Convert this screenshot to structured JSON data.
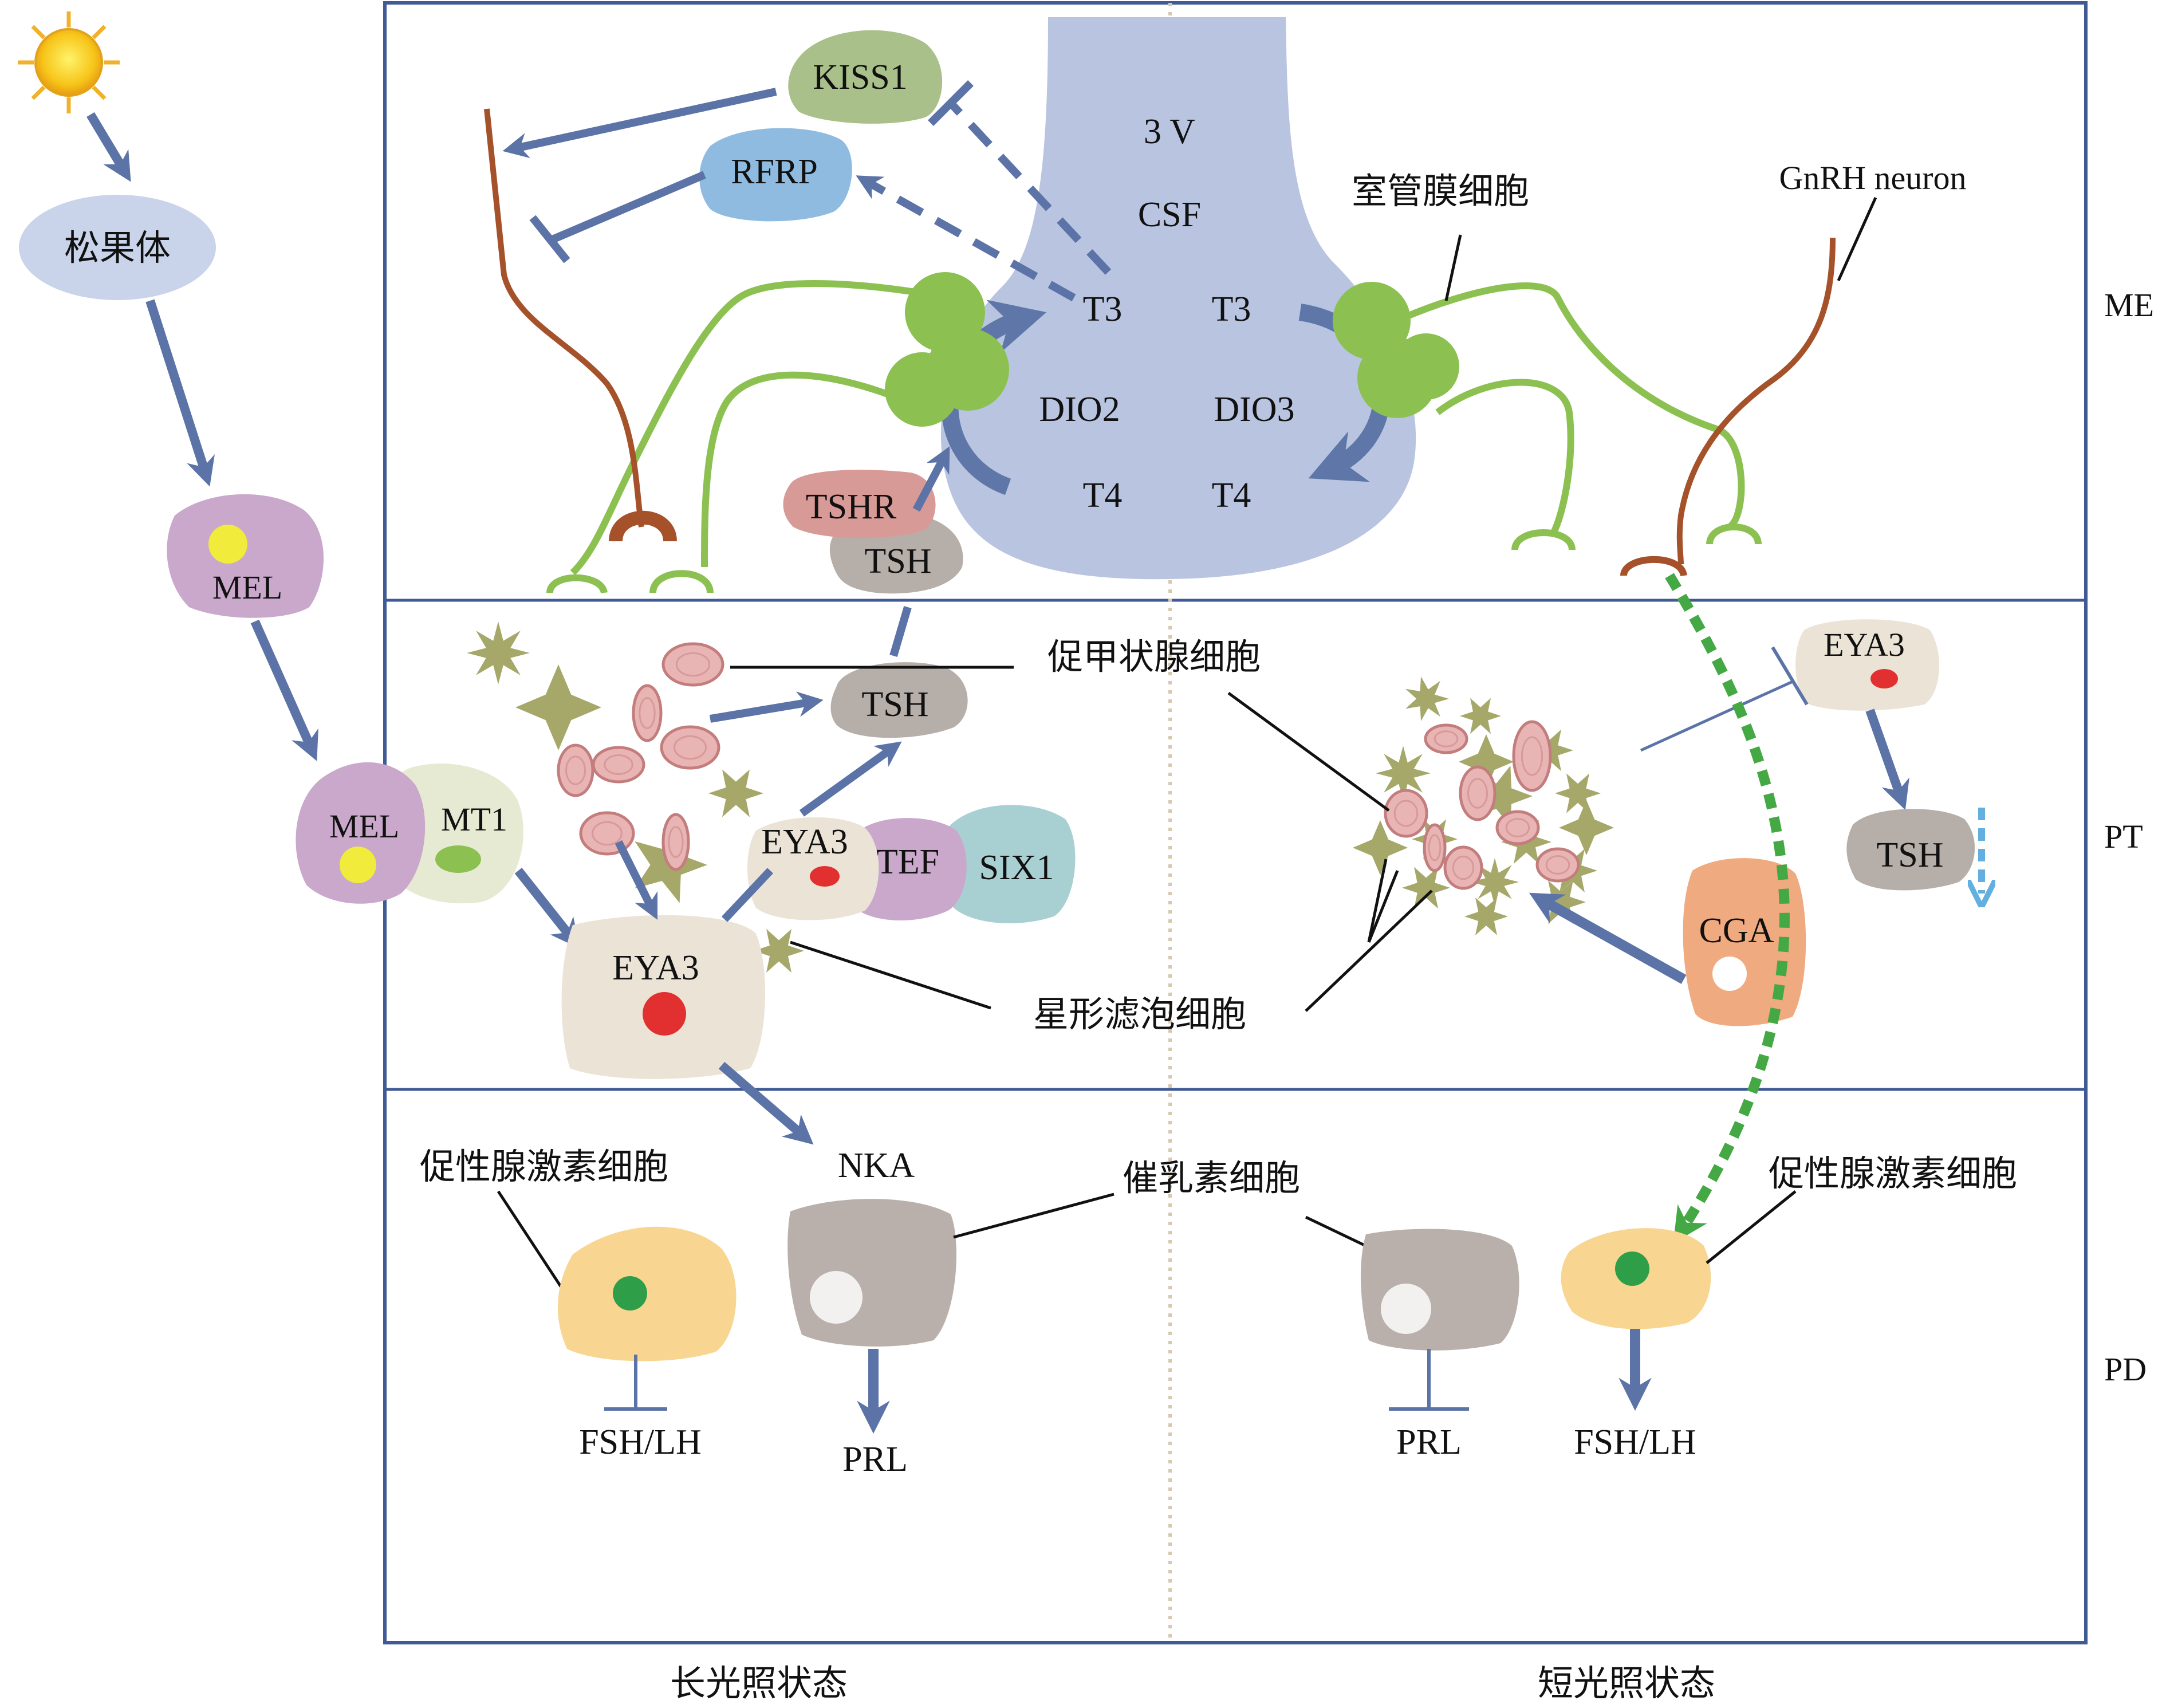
{
  "zones": {
    "me": "ME",
    "pt": "PT",
    "pd": "PD"
  },
  "states": {
    "long_day": "长光照状态",
    "short_day": "短光照状态"
  },
  "pineal": "松果体",
  "mel": "MEL",
  "mt1": "MT1",
  "kiss1": "KISS1",
  "rfrp": "RFRP",
  "csf": {
    "v3": "3 V",
    "csf": "CSF"
  },
  "t3": "T3",
  "t4": "T4",
  "dio2": "DIO2",
  "dio3": "DIO3",
  "tanycyte": "室管膜细胞",
  "gnrh": "GnRH neuron",
  "tshr": "TSHR",
  "tsh": "TSH",
  "eya3": "EYA3",
  "tef": "TEF",
  "six1": "SIX1",
  "thyrotroph": "促甲状腺细胞",
  "folliculostellate": "星形滤泡细胞",
  "cga": "CGA",
  "nka": "NKA",
  "gonadotroph": "促性腺激素细胞",
  "lactotroph": "催乳素细胞",
  "fshlh": "FSH/LH",
  "prl": "PRL",
  "colors": {
    "arrow": "#5b73a6",
    "frame": "#3f5a94",
    "csf_fill": "#b8c4e0",
    "tanycyte": "#8cc152",
    "gnrh": "#a5522b",
    "kiss1": "#a9c08a",
    "rfrp": "#8fbbe0",
    "mel_cell": "#c9a8cb",
    "mt1_cell": "#e6ead2",
    "eya3_cell": "#ebe4d6",
    "tsh_cell": "#b6aea9",
    "tshr_cell": "#d89a96",
    "tef_cell": "#c9a8cb",
    "six1_cell": "#a8cfd2",
    "cga_cell": "#f0aa80",
    "gonadotroph": "#f8d692",
    "lactotroph": "#b9b0ab",
    "red_nucleus": "#e23030",
    "green_nucleus": "#2e9e48",
    "yellow_nucleus": "#f1ec3c",
    "stellate": "#a6a86a",
    "thyro_cell": "#e9b4b4",
    "dotted_green": "#44a844",
    "light_blue_arrow": "#63b0e0",
    "divider": "#d8c8b0"
  }
}
